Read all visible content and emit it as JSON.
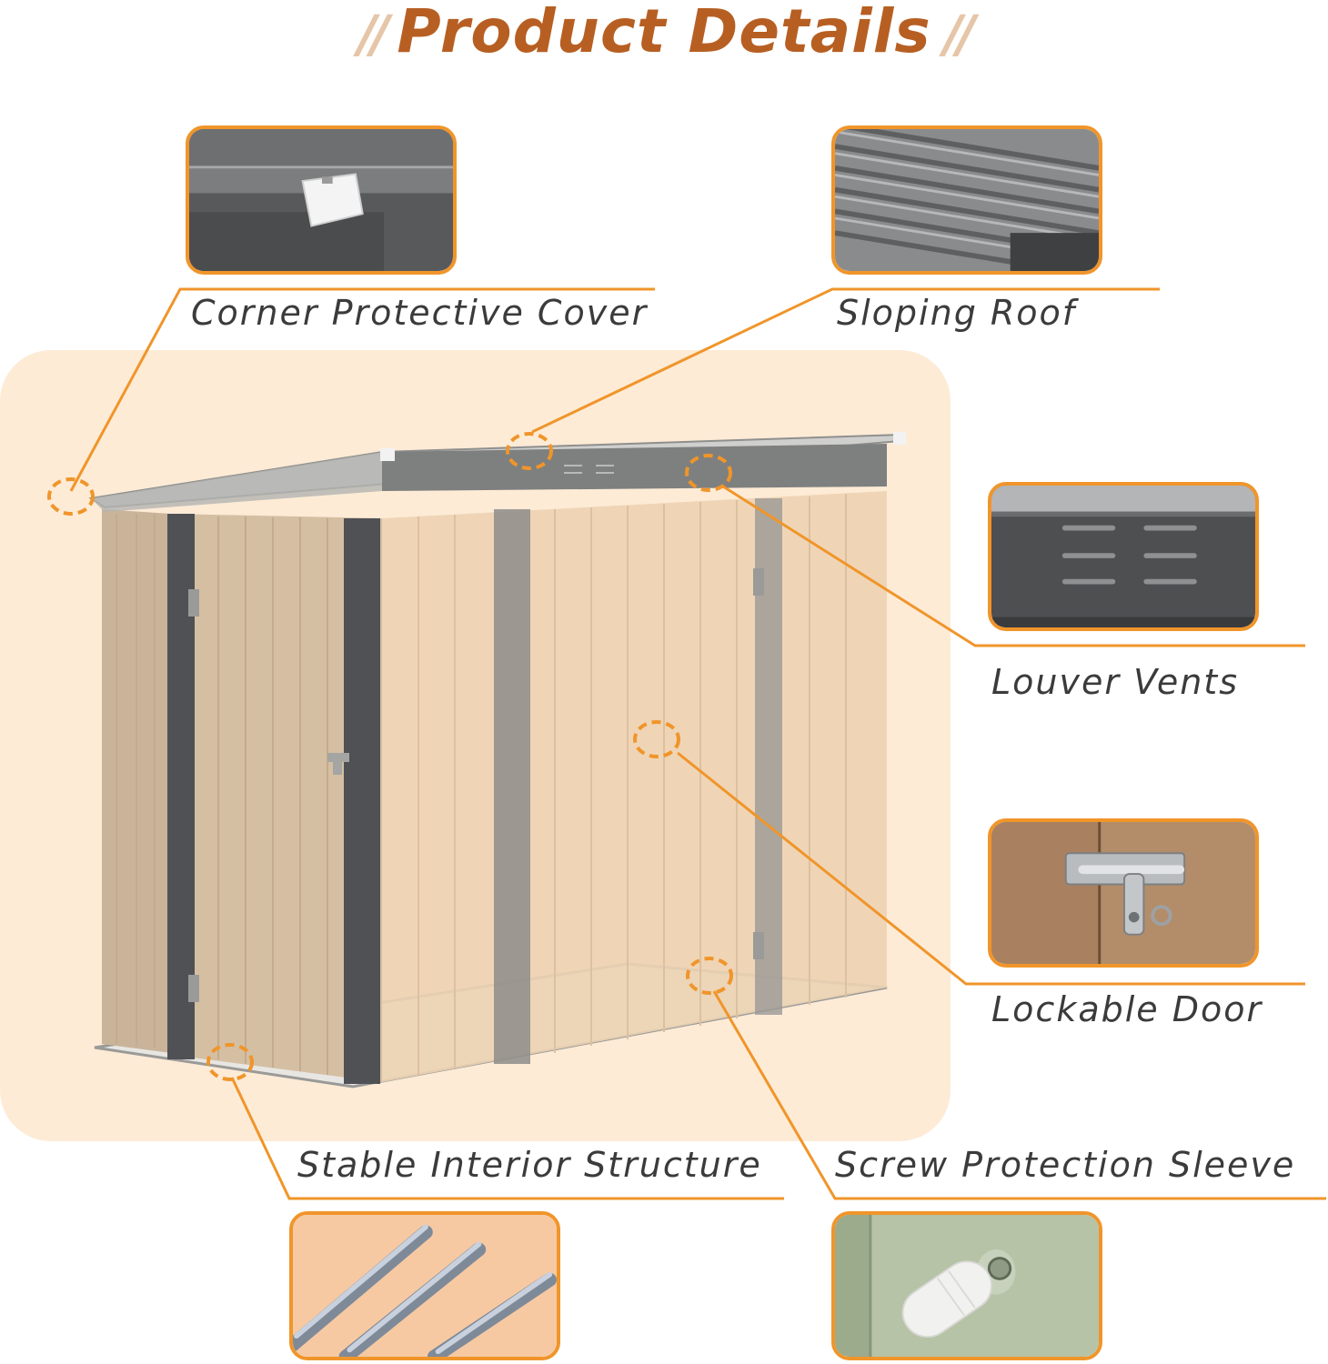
{
  "title": "Product Details",
  "title_deco": "//",
  "features": {
    "corner": "Corner Protective Cover",
    "roof": "Sloping Roof",
    "vents": "Louver Vents",
    "door": "Lockable Door",
    "interior": "Stable Interior Structure",
    "sleeve": "Screw Protection Sleeve"
  },
  "colors": {
    "accent": "#f0952a",
    "title": "#b75f22",
    "panel": "#fdebd6"
  }
}
